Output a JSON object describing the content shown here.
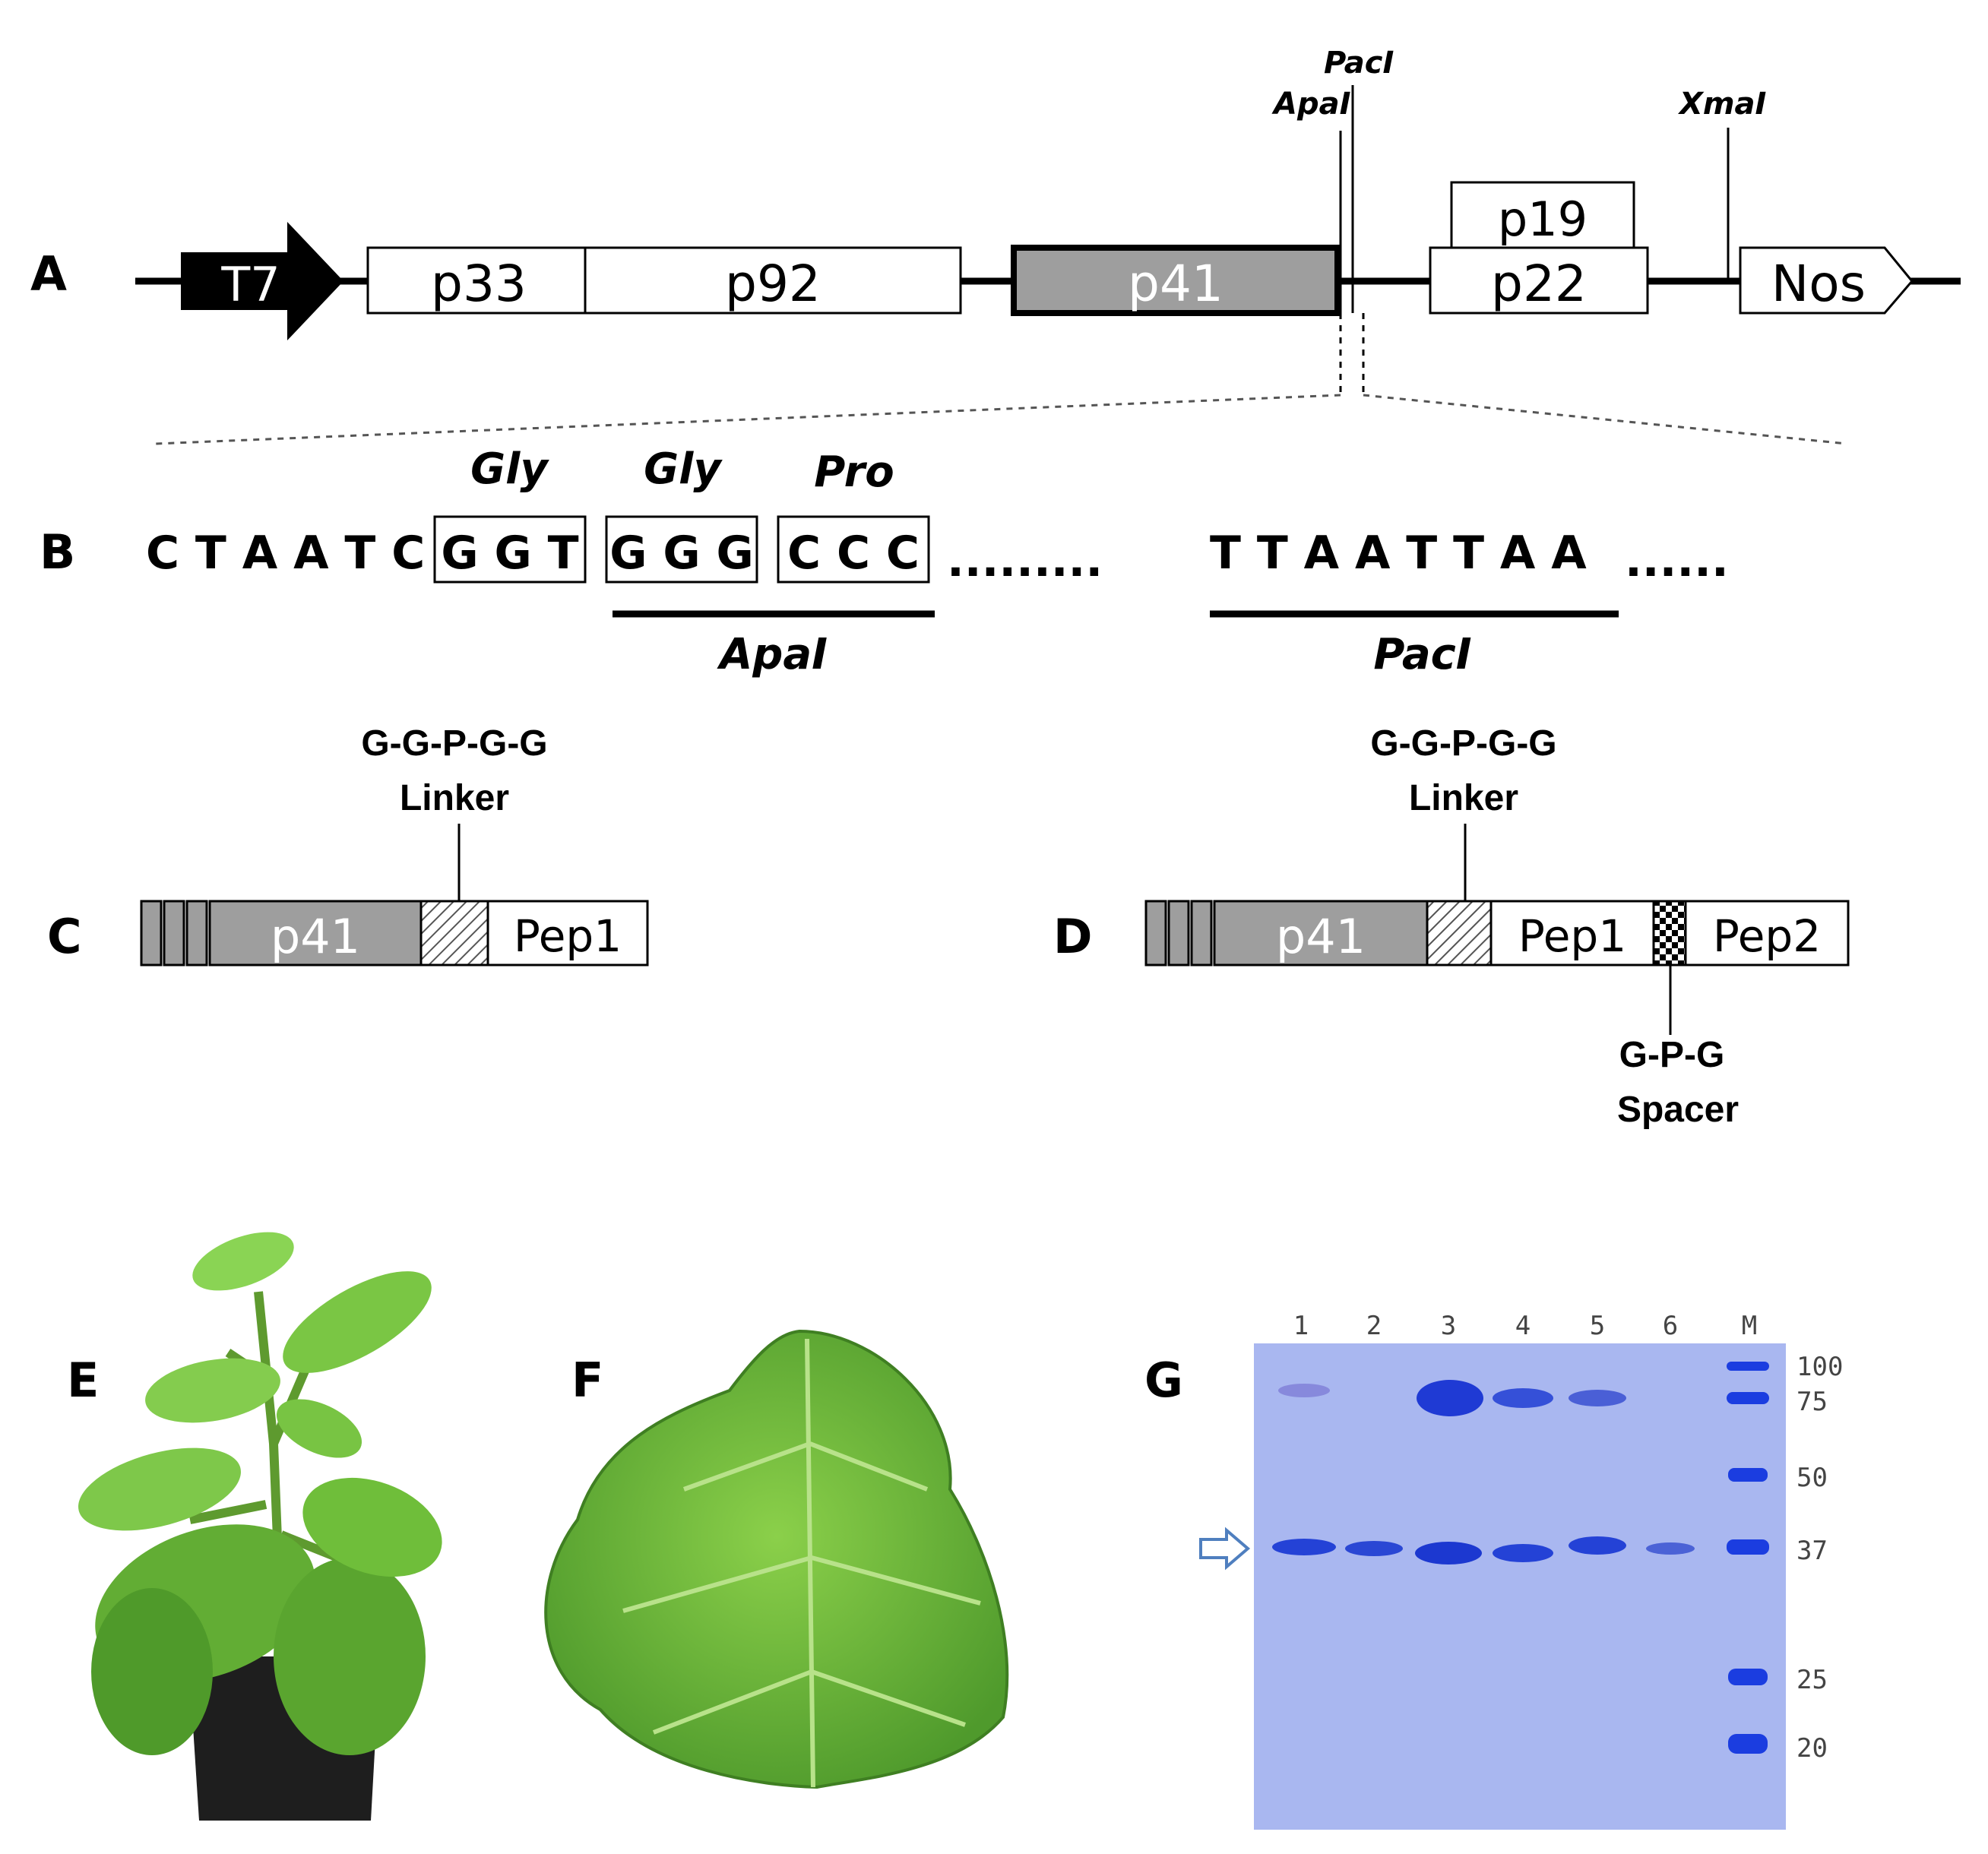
{
  "panels": {
    "a": "A",
    "b": "B",
    "c": "C",
    "d": "D",
    "e": "E",
    "f": "F",
    "g": "G"
  },
  "construct": {
    "promoter": "T7",
    "genes": {
      "p33": "p33",
      "p92": "p92",
      "p41": "p41",
      "p19": "p19",
      "p22": "p22"
    },
    "terminator": "Nos",
    "sites": {
      "apai": "ApaI",
      "paci": "PacI",
      "xmai": "XmaI"
    }
  },
  "sequence": {
    "prefix": "C T A A T C",
    "codons": [
      {
        "aa": "Gly",
        "codon": "G G T"
      },
      {
        "aa": "Gly",
        "codon": "G G G"
      },
      {
        "aa": "Pro",
        "codon": "C C C"
      }
    ],
    "dots1": ".........",
    "paci_seq": "T T A A T  T A A",
    "dots2": "......",
    "apai_label": "ApaI",
    "paci_label": "PacI"
  },
  "fusions": {
    "linker_seq": "G-G-P-G-G",
    "linker_word": "Linker",
    "p41": "p41",
    "pep1": "Pep1",
    "pep2": "Pep2",
    "spacer_seq": "G-P-G",
    "spacer_word": "Spacer"
  },
  "gel": {
    "lanes": [
      "1",
      "2",
      "3",
      "4",
      "5",
      "6",
      "M"
    ],
    "markers": [
      "100",
      "75",
      "50",
      "37",
      "25",
      "20"
    ],
    "arrow_icon": "arrow-right-outline-icon",
    "colors": {
      "background": "#a9b7f0",
      "band": "#2442d6",
      "marker_band": "#1b3de0"
    }
  },
  "colors": {
    "p41_fill": "#9e9e9e",
    "leaf_green": "#6fbe3a",
    "pot": "#1e1e1e"
  }
}
